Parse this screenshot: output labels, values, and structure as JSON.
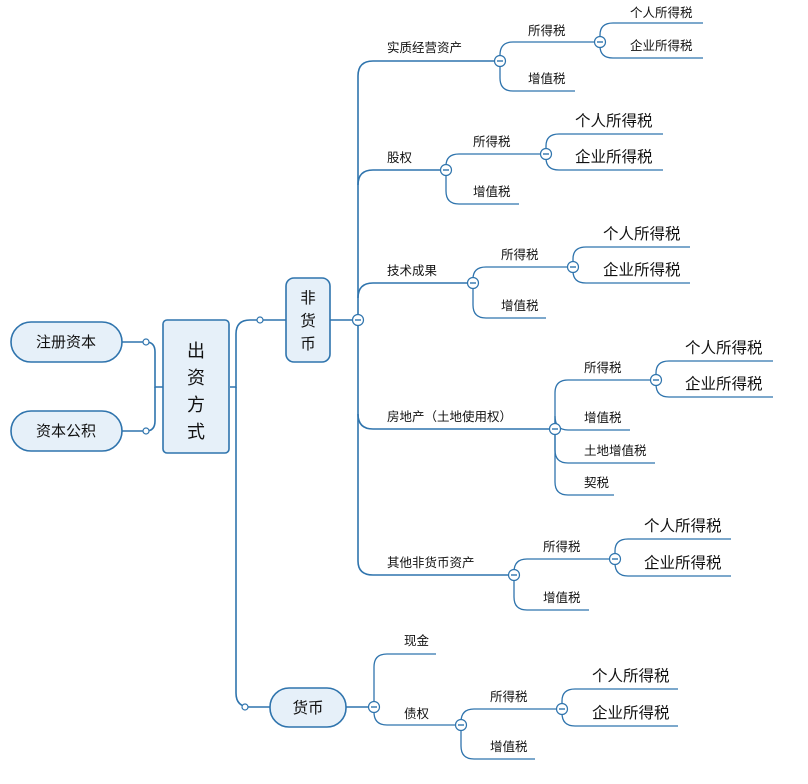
{
  "root": {
    "label": [
      "出",
      "资",
      "方",
      "式"
    ]
  },
  "left": [
    {
      "label": "注册资本"
    },
    {
      "label": "资本公积"
    }
  ],
  "non_cash": {
    "label": [
      "非",
      "货",
      "币"
    ]
  },
  "cash": {
    "label": "货币"
  },
  "branches": {
    "b1": {
      "label": "实质经营资产",
      "income_tax": "所得税",
      "personal": "个人所得税",
      "corporate": "企业所得税",
      "vat": "增值税"
    },
    "b2": {
      "label": "股权",
      "income_tax": "所得税",
      "personal": "个人所得税",
      "corporate": "企业所得税",
      "vat": "增值税"
    },
    "b3": {
      "label": "技术成果",
      "income_tax": "所得税",
      "personal": "个人所得税",
      "corporate": "企业所得税",
      "vat": "增值税"
    },
    "b4": {
      "label": "房地产（土地使用权）",
      "income_tax": "所得税",
      "personal": "个人所得税",
      "corporate": "企业所得税",
      "vat": "增值税",
      "land_vat": "土地增值税",
      "deed_tax": "契税"
    },
    "b5": {
      "label": "其他非货币资产",
      "income_tax": "所得税",
      "personal": "个人所得税",
      "corporate": "企业所得税",
      "vat": "增值税"
    }
  },
  "cash_branches": {
    "c1": {
      "label": "现金"
    },
    "c2": {
      "label": "债权",
      "income_tax": "所得税",
      "personal": "个人所得税",
      "corporate": "企业所得税",
      "vat": "增值税"
    }
  }
}
